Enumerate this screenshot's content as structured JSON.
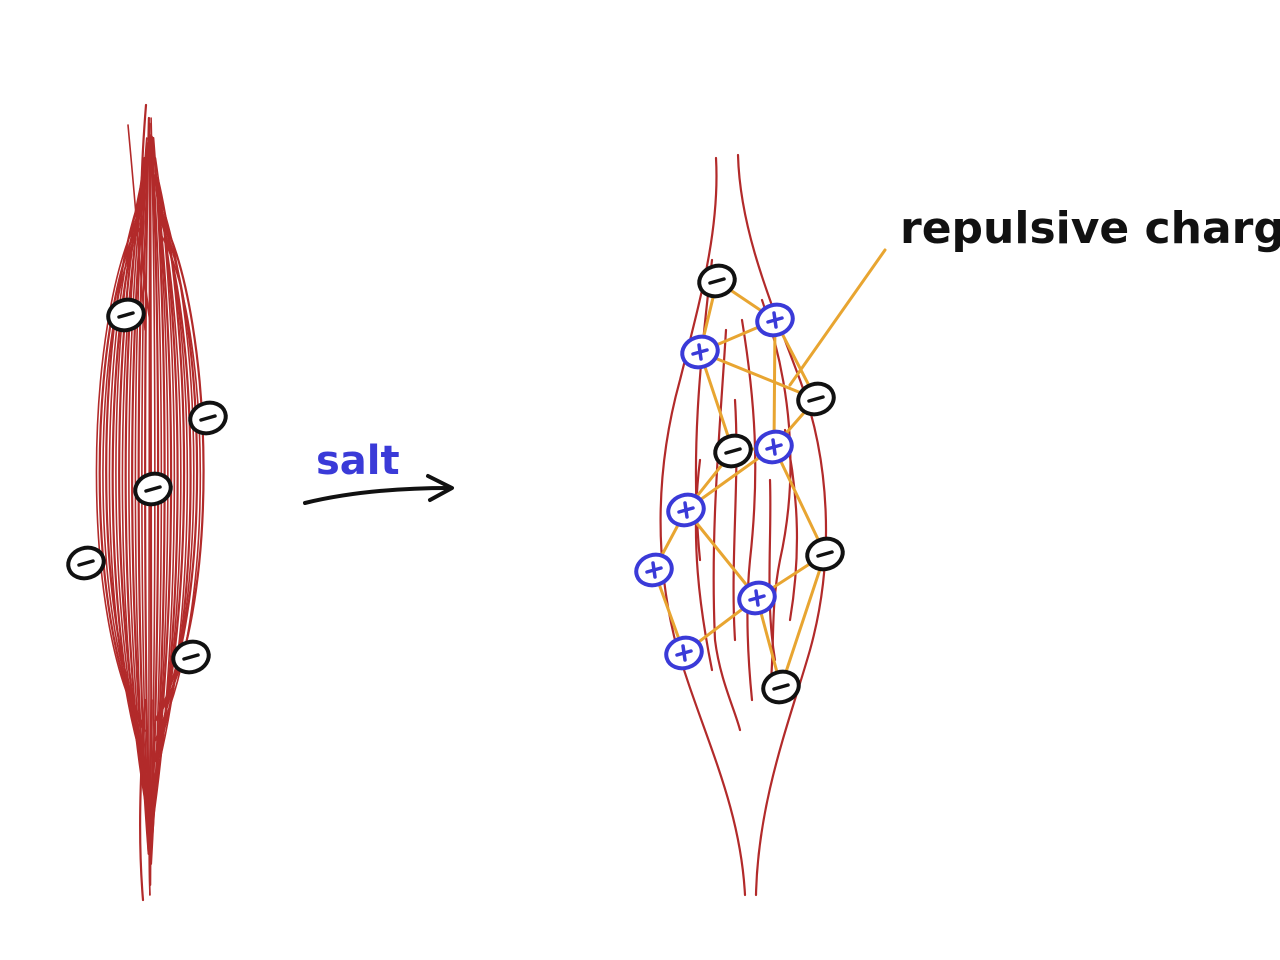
{
  "labels": {
    "salt": "salt",
    "repulsive": "repulsive charges"
  },
  "colors": {
    "fiber": "#b22a2a",
    "negative_charge": "#111111",
    "positive_charge": "#3a3ad8",
    "repulsion_link": "#e8a531",
    "arrow": "#111111"
  },
  "left_bundle": {
    "state": "bundled",
    "charges": [
      {
        "sign": "-"
      },
      {
        "sign": "-"
      },
      {
        "sign": "-"
      },
      {
        "sign": "-"
      },
      {
        "sign": "-"
      }
    ]
  },
  "right_bundle": {
    "state": "swollen",
    "charges": [
      {
        "sign": "-"
      },
      {
        "sign": "+"
      },
      {
        "sign": "+"
      },
      {
        "sign": "-"
      },
      {
        "sign": "-"
      },
      {
        "sign": "+"
      },
      {
        "sign": "+"
      },
      {
        "sign": "-"
      },
      {
        "sign": "+"
      },
      {
        "sign": "+"
      },
      {
        "sign": "+"
      },
      {
        "sign": "-"
      }
    ]
  }
}
